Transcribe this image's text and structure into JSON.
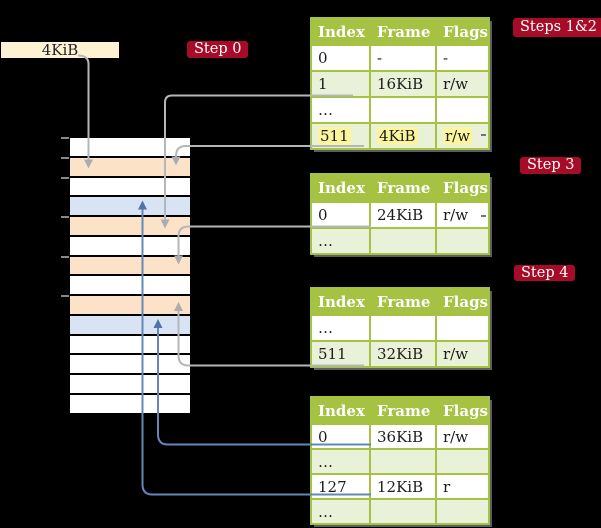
{
  "figure": {
    "frame_box_label": "4KiB",
    "background_color": "#000000"
  },
  "badges": {
    "step0": {
      "label": "Step 0"
    },
    "steps12": {
      "label": "Steps 1&2"
    },
    "step3": {
      "label": "Step 3"
    },
    "step4": {
      "label": "Step 4"
    }
  },
  "memory": {
    "description": "physical memory frame column, one row per 4KiB frame",
    "rows": [
      {
        "fill": "white"
      },
      {
        "fill": "orange"
      },
      {
        "fill": "white"
      },
      {
        "fill": "blue"
      },
      {
        "fill": "orange"
      },
      {
        "fill": "white"
      },
      {
        "fill": "orange"
      },
      {
        "fill": "white"
      },
      {
        "fill": "orange"
      },
      {
        "fill": "blue"
      },
      {
        "fill": "white"
      },
      {
        "fill": "white"
      },
      {
        "fill": "white"
      },
      {
        "fill": "white"
      }
    ],
    "tick_rows": [
      0,
      1,
      2,
      4,
      6,
      8
    ]
  },
  "tables": [
    {
      "name": "page-table-1",
      "columns": [
        "Index",
        "Frame",
        "Flags"
      ],
      "rows": [
        {
          "cells": [
            "0",
            "-",
            "-"
          ],
          "shade": "white",
          "highlight": false
        },
        {
          "cells": [
            "1",
            "16KiB",
            "r/w"
          ],
          "shade": "green",
          "highlight": false
        },
        {
          "cells": [
            "…",
            "",
            ""
          ],
          "shade": "white",
          "highlight": false
        },
        {
          "cells": [
            "511",
            "4KiB",
            "r/w"
          ],
          "shade": "green",
          "highlight": true
        }
      ]
    },
    {
      "name": "page-table-2",
      "columns": [
        "Index",
        "Frame",
        "Flags"
      ],
      "rows": [
        {
          "cells": [
            "0",
            "24KiB",
            "r/w"
          ],
          "shade": "white",
          "highlight": false
        },
        {
          "cells": [
            "…",
            "",
            ""
          ],
          "shade": "green",
          "highlight": false
        }
      ]
    },
    {
      "name": "page-table-3",
      "columns": [
        "Index",
        "Frame",
        "Flags"
      ],
      "rows": [
        {
          "cells": [
            "…",
            "",
            ""
          ],
          "shade": "white",
          "highlight": false
        },
        {
          "cells": [
            "511",
            "32KiB",
            "r/w"
          ],
          "shade": "green",
          "highlight": false
        }
      ]
    },
    {
      "name": "page-table-4",
      "columns": [
        "Index",
        "Frame",
        "Flags"
      ],
      "rows": [
        {
          "cells": [
            "0",
            "36KiB",
            "r/w"
          ],
          "shade": "white",
          "highlight": false
        },
        {
          "cells": [
            "…",
            "",
            ""
          ],
          "shade": "green",
          "highlight": false
        },
        {
          "cells": [
            "127",
            "12KiB",
            "r"
          ],
          "shade": "white",
          "highlight": false
        },
        {
          "cells": [
            "…",
            "",
            ""
          ],
          "shade": "green",
          "highlight": false
        }
      ]
    }
  ],
  "colors": {
    "table_header_green": "#a5c243",
    "table_row_green": "#eaf1d9",
    "memory_orange": "#fce3c7",
    "memory_blue": "#d8e4f4",
    "highlight_yellow": "#fcf59f",
    "badge_red": "#a60c28",
    "frame_box_cream": "#fdf3d3",
    "connector_gray": "#b4b7ba",
    "connector_blue": "#6487b8"
  }
}
